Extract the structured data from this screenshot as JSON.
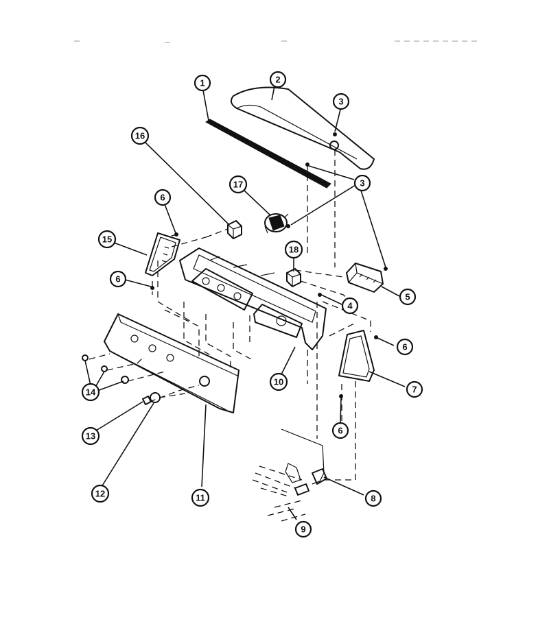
{
  "callouts": [
    {
      "label": "1"
    },
    {
      "label": "2"
    },
    {
      "label": "3"
    },
    {
      "label": "3"
    },
    {
      "label": "16"
    },
    {
      "label": "17"
    },
    {
      "label": "6"
    },
    {
      "label": "15"
    },
    {
      "label": "6"
    },
    {
      "label": "18"
    },
    {
      "label": "4"
    },
    {
      "label": "5"
    },
    {
      "label": "6"
    },
    {
      "label": "7"
    },
    {
      "label": "10"
    },
    {
      "label": "6"
    },
    {
      "label": "14"
    },
    {
      "label": "13"
    },
    {
      "label": "12"
    },
    {
      "label": "11"
    },
    {
      "label": "8"
    },
    {
      "label": "9"
    }
  ]
}
